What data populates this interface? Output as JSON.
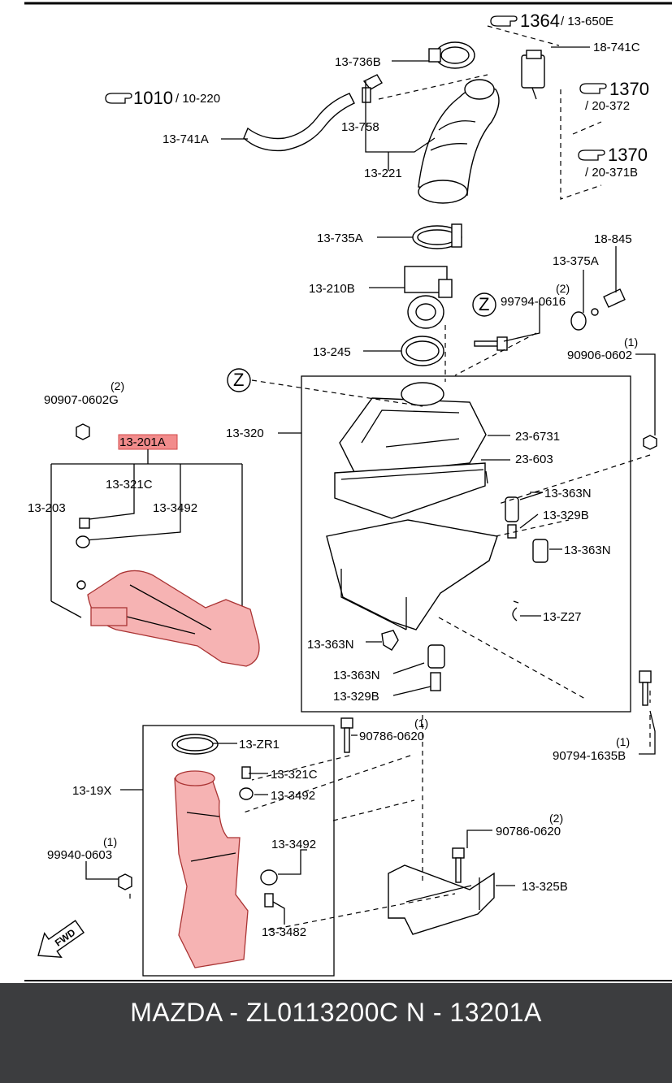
{
  "diagram": {
    "refs": {
      "r1364": {
        "num": "1364",
        "sub": "13-650E"
      },
      "r1010": {
        "num": "1010",
        "sub": "10-220"
      },
      "r1370a": {
        "num": "1370",
        "sub": "20-372"
      },
      "r1370b": {
        "num": "1370",
        "sub": "20-371B"
      }
    },
    "labels": {
      "l_13_736B": "13-736B",
      "l_18_741C": "18-741C",
      "l_13_741A": "13-741A",
      "l_13_758": "13-758",
      "l_13_221": "13-221",
      "l_13_735A": "13-735A",
      "l_18_845": "18-845",
      "l_13_375A": "13-375A",
      "l_13_210B": "13-210B",
      "l_99794_0616": "99794-0616",
      "l_13_245": "13-245",
      "l_90906_0602": "90906-0602",
      "l_90907_0602G": "90907-0602G",
      "l_13_320": "13-320",
      "l_23_6731": "23-6731",
      "l_23_603": "23-603",
      "l_13_201A": "13-201A",
      "l_13_321C_a": "13-321C",
      "l_13_203": "13-203",
      "l_13_3492_a": "13-3492",
      "l_13_363N_a": "13-363N",
      "l_13_329B_a": "13-329B",
      "l_13_363N_b": "13-363N",
      "l_13_Z27": "13-Z27",
      "l_13_363N_c": "13-363N",
      "l_13_363N_d": "13-363N",
      "l_13_329B_b": "13-329B",
      "l_90786_0620_a": "90786-0620",
      "l_13_ZR1": "13-ZR1",
      "l_13_321C_b": "13-321C",
      "l_13_19X": "13-19X",
      "l_13_3492_b": "13-3492",
      "l_90794_1635B": "90794-1635B",
      "l_99940_0603": "99940-0603",
      "l_13_3492_c": "13-3492",
      "l_90786_0620_b": "90786-0620",
      "l_13_325B": "13-325B",
      "l_13_3482": "13-3482"
    },
    "qty": {
      "q_99794": "(2)",
      "q_90906": "(1)",
      "q_90907": "(2)",
      "q_90786_a": "(1)",
      "q_90794": "(1)",
      "q_99940": "(1)",
      "q_90786_b": "(2)"
    },
    "callout_z": "Z",
    "fwd": "FWD",
    "highlight_color": "#f28c8c"
  },
  "footer": {
    "title": "MAZDA - ZL0113200C   N - 13201A",
    "background": "#3c3d3f"
  }
}
